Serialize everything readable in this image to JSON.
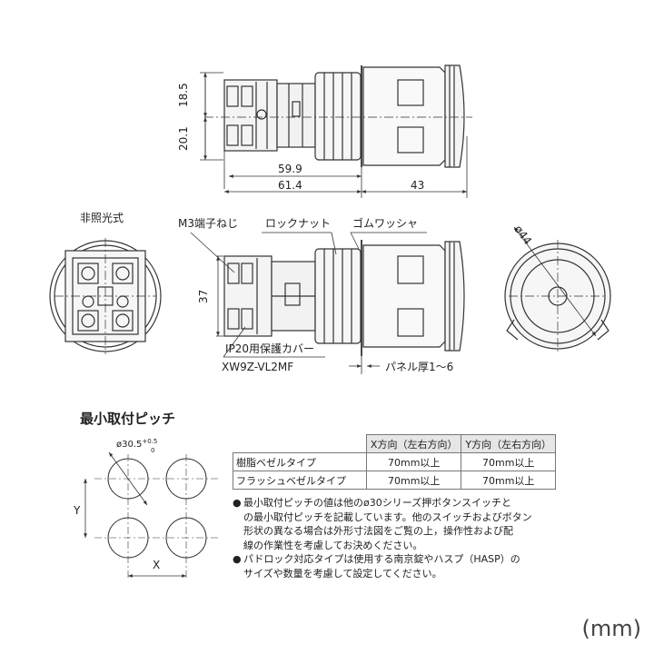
{
  "top_view": {
    "dim_upper": "18.5",
    "dim_lower": "20.1",
    "dim_59_9": "59.9",
    "dim_61_4": "61.4",
    "dim_43": "43"
  },
  "side_view": {
    "dim_37": "37",
    "label_m3_screw": "M3端子ねじ",
    "label_lock_nut": "ロックナット",
    "label_rubber_washer": "ゴムワッシャ",
    "label_ip20_cover": "IP20用保護カバー",
    "label_cover_model": "XW9Z-VL2MF",
    "label_panel_thickness": "パネル厚1～6"
  },
  "rear_view": {
    "title": "非照光式"
  },
  "front_view": {
    "dim_diameter": "ø44"
  },
  "pitch": {
    "title": "最小取付ピッチ",
    "hole_diameter": "ø30.5",
    "tol_plus": "+0.5",
    "tol_minus": "0",
    "axis_x": "X",
    "axis_y": "Y"
  },
  "table": {
    "headers": [
      "",
      "X方向（左右方向）",
      "Y方向（左右方向）"
    ],
    "rows": [
      [
        "樹脂ベゼルタイプ",
        "70mm以上",
        "70mm以上"
      ],
      [
        "フラッシュベゼルタイプ",
        "70mm以上",
        "70mm以上"
      ]
    ]
  },
  "notes": {
    "bullet": "●",
    "lines_1": [
      "最小取付ピッチの値は他のø30シリーズ押ボタンスイッチと",
      "の最小取付ピッチを記載しています。他のスイッチおよびボタン",
      "形状の異なる場合は外形寸法図をご覧の上，操作性および配",
      "線の作業性を考慮してお決めください。"
    ],
    "lines_2": [
      "パドロック対応タイプは使用する南京錠やハスプ（HASP）の",
      "サイズや数量を考慮して設定してください。"
    ]
  },
  "unit": "(mm)"
}
